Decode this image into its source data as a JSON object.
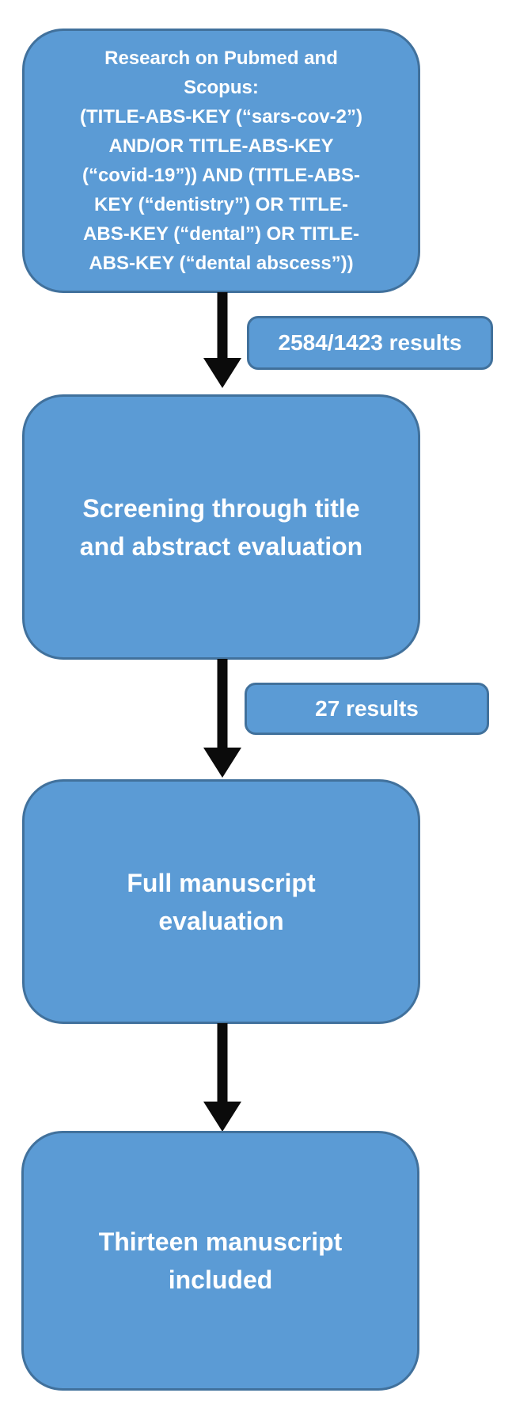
{
  "diagram": {
    "type": "flowchart",
    "palette": {
      "node_fill": "#5b9bd5",
      "node_border": "#41719c",
      "text_color": "#ffffff",
      "arrow_color": "#0b0b0b",
      "background": "#ffffff"
    },
    "nodes": [
      {
        "id": "search-query",
        "text": "Research on Pubmed and\nScopus:\n(TITLE-ABS-KEY (“sars-cov-2”)\nAND/OR TITLE-ABS-KEY\n(“covid-19”)) AND (TITLE-ABS-\nKEY (“dentistry”) OR TITLE-\nABS-KEY (“dental”) OR TITLE-\nABS-KEY (“dental abscess”))"
      },
      {
        "id": "screening",
        "text": "Screening through title\nand abstract evaluation"
      },
      {
        "id": "full-evaluation",
        "text": "Full manuscript\nevaluation"
      },
      {
        "id": "included",
        "text": "Thirteen manuscript\nincluded"
      }
    ],
    "result_labels": [
      {
        "id": "results-initial",
        "text": "2584/1423 results"
      },
      {
        "id": "results-screened",
        "text": "27 results"
      }
    ],
    "arrows": [
      {
        "id": "down-arrow-1",
        "from": "search-query",
        "to": "screening"
      },
      {
        "id": "down-arrow-2",
        "from": "screening",
        "to": "full-evaluation"
      },
      {
        "id": "down-arrow-3",
        "from": "full-evaluation",
        "to": "included"
      }
    ]
  }
}
